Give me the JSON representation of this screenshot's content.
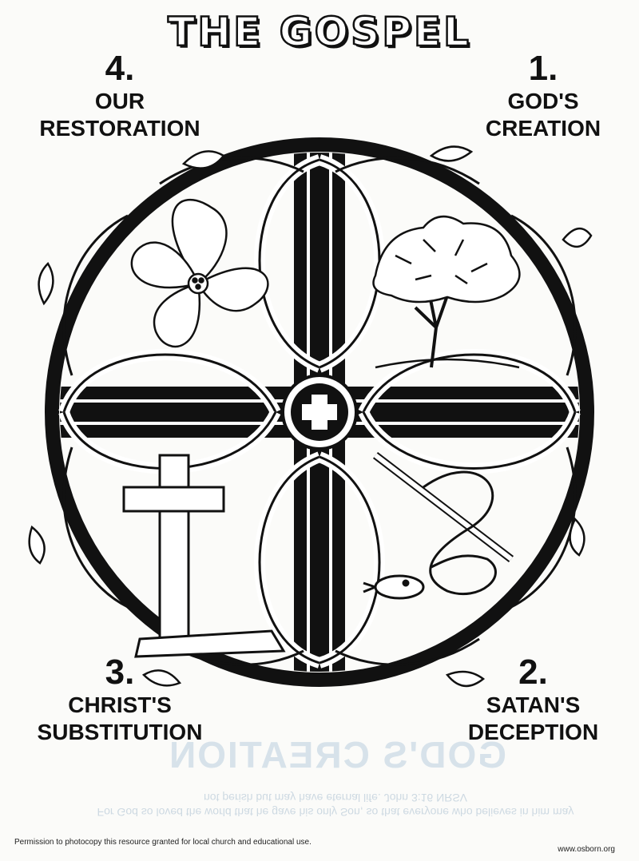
{
  "title": "THE GOSPEL",
  "quadrants": {
    "restoration": {
      "number": "4.",
      "line1": "OUR",
      "line2": "RESTORATION"
    },
    "creation": {
      "number": "1.",
      "line1": "GOD'S",
      "line2": "CREATION"
    },
    "substitution": {
      "number": "3.",
      "line1": "CHRIST'S",
      "line2": "SUBSTITUTION"
    },
    "deception": {
      "number": "2.",
      "line1": "SATAN'S",
      "line2": "DECEPTION"
    }
  },
  "footer": {
    "permission": "Permission to photocopy this resource granted for local church and educational use.",
    "website": "www.osborn.org"
  },
  "bleed_through": {
    "heading": "GOD'S CREATION",
    "verse": "For God so loved the world that he gave his only Son, so that everyone who believes in him may not perish but may have eternal life. John 3:16 NRSV"
  },
  "colors": {
    "ink": "#111111",
    "paper": "#fbfbf9",
    "bleed_through": "#cdd9e2"
  }
}
